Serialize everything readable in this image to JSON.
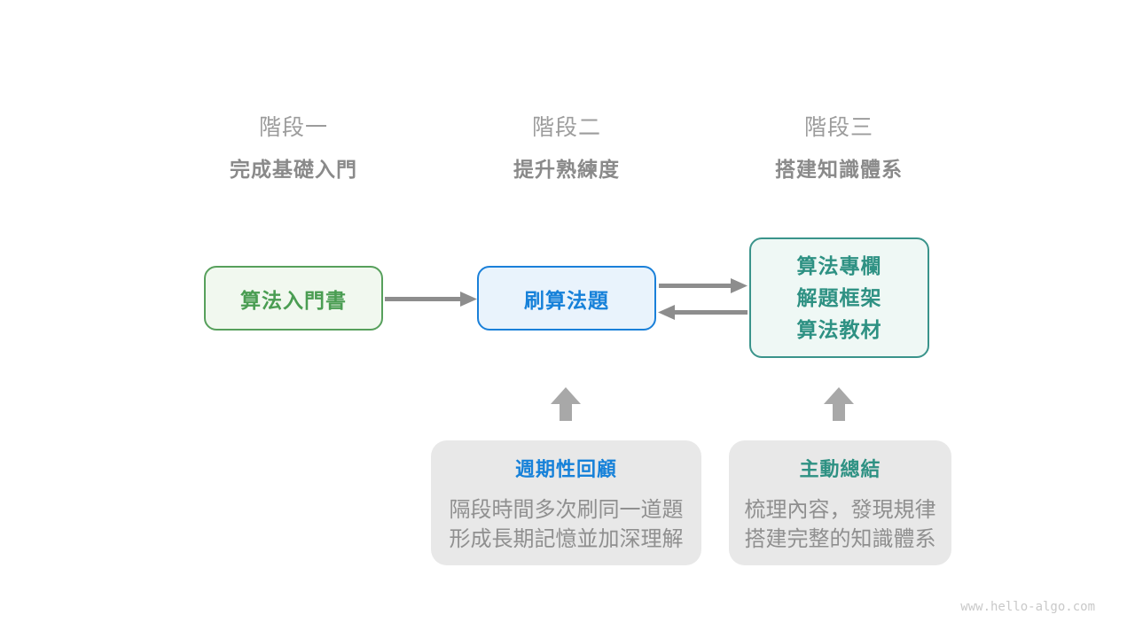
{
  "stages": [
    {
      "title": "階段一",
      "subtitle": "完成基礎入門"
    },
    {
      "title": "階段二",
      "subtitle": "提升熟練度"
    },
    {
      "title": "階段三",
      "subtitle": "搭建知識體系"
    }
  ],
  "nodes": {
    "intro_book": {
      "label": "算法入門書"
    },
    "problem_practice": {
      "label": "刷算法題"
    },
    "advanced_resources": {
      "lines": [
        "算法專欄",
        "解題框架",
        "算法教材"
      ]
    }
  },
  "callouts": {
    "periodic_review": {
      "title": "週期性回顧",
      "lines": [
        "隔段時間多次刷同一道題",
        "形成長期記憶並加深理解"
      ]
    },
    "active_summary": {
      "title": "主動總結",
      "lines": [
        "梳理內容，發現規律",
        "搭建完整的知識體系"
      ]
    }
  },
  "icons": {
    "forward_arrow": "arrow-right",
    "backward_arrow": "arrow-left",
    "up_arrow": "arrow-up-block"
  },
  "watermark": "www.hello-algo.com",
  "colors": {
    "header_gray": "#9c9c9c",
    "subheader_gray": "#8a8a8a",
    "green_border": "#57a05c",
    "green_bg": "#f1f8ef",
    "green_text": "#4a9d52",
    "blue_border": "#1a80d9",
    "blue_bg": "#e9f3fc",
    "blue_text": "#1681d9",
    "teal_border": "#3a948b",
    "teal_bg": "#eff8f5",
    "teal_text": "#2e9183",
    "arrow_gray": "#8d8d8d",
    "block_arrow_gray": "#a8a8a8",
    "callout_bg": "#e8e8e8",
    "desc_gray": "#8f8f8f",
    "watermark_gray": "#c9c9c9"
  }
}
